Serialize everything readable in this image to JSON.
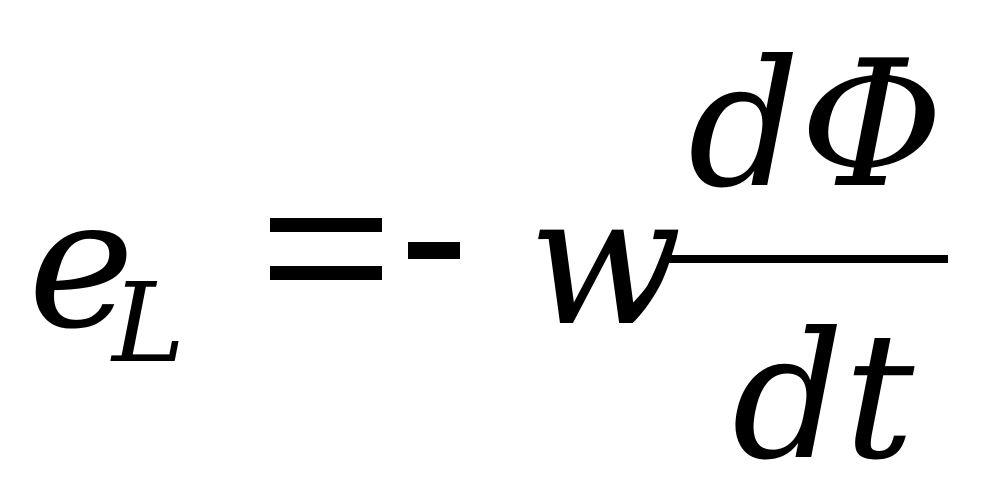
{
  "formula": {
    "lhs_base": "e",
    "lhs_subscript": "L",
    "relation": "=",
    "sign": "-",
    "coefficient": "w",
    "numerator": "dΦ",
    "denominator": "dt"
  }
}
